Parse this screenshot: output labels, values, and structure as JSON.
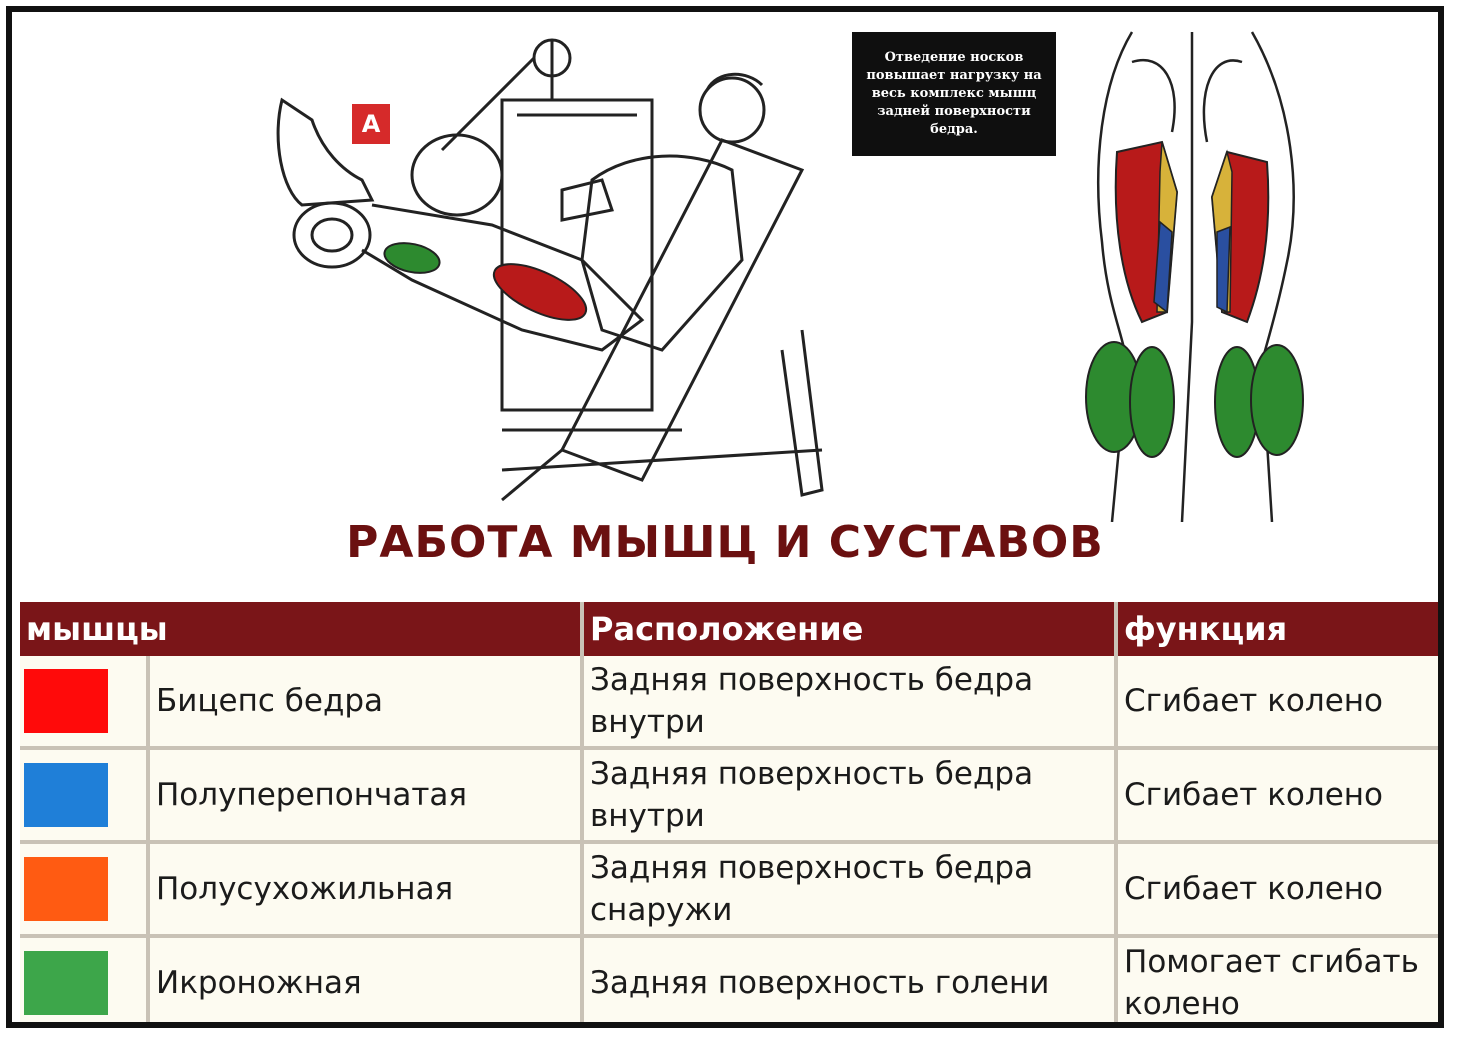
{
  "marker": "A",
  "note": "Отведение носков повышает нагрузку на весь комплекс мышц задней поверхности бедра.",
  "title": "РАБОТА МЫШЦ И СУСТАВОВ",
  "table": {
    "headers": {
      "muscles": "мышцы",
      "location": "Расположение",
      "function": "функция"
    },
    "rows": [
      {
        "color": "#ff0a0a",
        "name": "Бицепс бедра",
        "location": "Задняя поверхность бедра внутри",
        "function": "Сгибает колено"
      },
      {
        "color": "#1f7fd8",
        "name": "Полуперепончатая",
        "location": "Задняя поверхность бедра внутри",
        "function": "Сгибает колено"
      },
      {
        "color": "#ff5b12",
        "name": "Полусухожильная",
        "location": "Задняя поверхность бедра снаружи",
        "function": "Сгибает колено"
      },
      {
        "color": "#3da64a",
        "name": "Икроножная",
        "location": "Задняя поверхность голени",
        "function": "Помогает сгибать колено"
      }
    ]
  }
}
